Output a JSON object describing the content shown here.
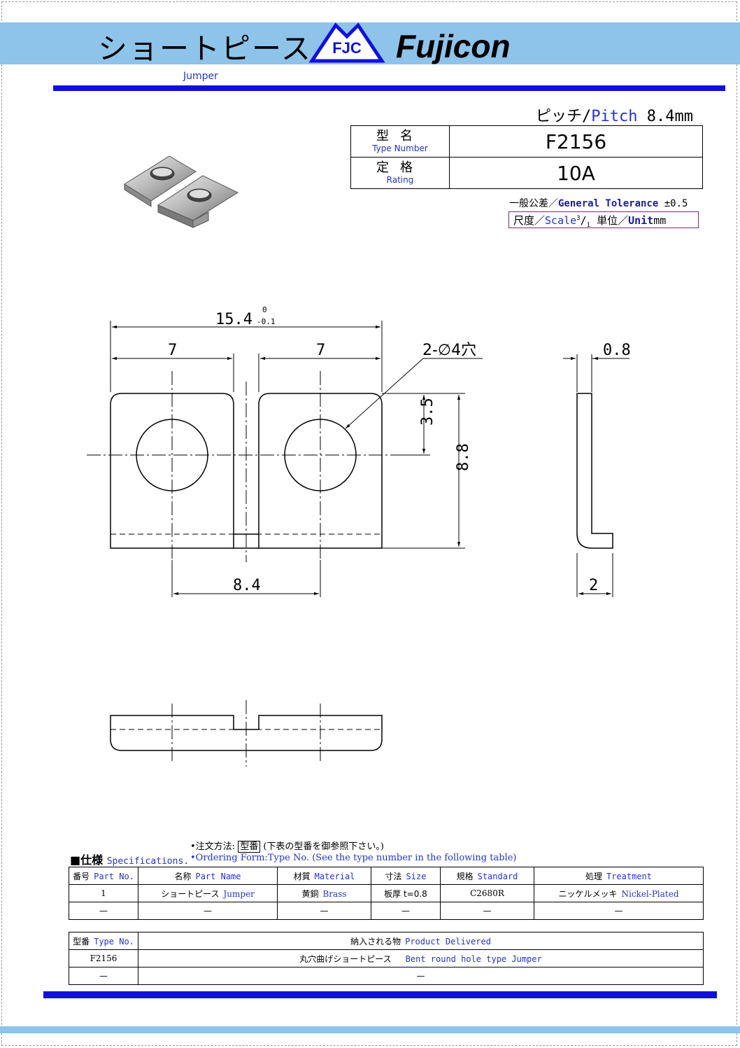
{
  "header": {
    "title_jp": "ショートピース",
    "logo_badge": "FJC",
    "logo_brand": "Fujicon",
    "subtitle": "Jumper"
  },
  "pitch": {
    "label_jp": "ピッチ/",
    "label_en": "Pitch",
    "value": " 8.4mm"
  },
  "spec_box": {
    "type_label_jp": "型名",
    "type_label_en": "Type Number",
    "type_value": "F2156",
    "rating_label_jp": "定格",
    "rating_label_en": "Rating",
    "rating_value": "10A"
  },
  "tolerance": {
    "jp": "一般公差／",
    "en": "General Tolerance",
    "value": " ±0.5"
  },
  "scale": {
    "jp": "尺度／",
    "en": "Scale",
    "num": "3",
    "den": "1",
    "unit_jp": " 単位／",
    "unit_en": "Unit",
    "unit": "mm"
  },
  "dimensions": {
    "overall_width": "15.4",
    "tol_upper": "0",
    "tol_lower": "-0.1",
    "left_width": "7",
    "right_width": "7",
    "hole_callout": "2-∅4穴",
    "hole_offset": "3.5",
    "height": "8.8",
    "pitch": "8.4",
    "thickness": "0.8",
    "flange": "2"
  },
  "specifications": {
    "heading_jp": "■仕様 ",
    "heading_en": "Specifications.",
    "order_line1_prefix": "•注文方法: ",
    "order_line1_boxed": "型番",
    "order_line1_suffix": " (下表の型番を御参照下さい。)",
    "order_line2": "•Ordering Form:Type No.   (See the type number in the following table)",
    "headers": [
      {
        "jp": "番号",
        "en": "Part No."
      },
      {
        "jp": "名称",
        "en": "Part Name"
      },
      {
        "jp": "材質",
        "en": "Material"
      },
      {
        "jp": "寸法",
        "en": "Size"
      },
      {
        "jp": "規格",
        "en": "Standard"
      },
      {
        "jp": "処理",
        "en": "Treatment"
      }
    ],
    "rows": [
      {
        "no": "1",
        "name_jp": "ショートピース",
        "name_en": "Jumper",
        "mat_jp": "黄銅",
        "mat_en": "Brass",
        "size": "板厚 t=0.8",
        "standard": "C2680R",
        "treat_jp": "ニッケルメッキ",
        "treat_en": "Nickel-Plated"
      },
      {
        "no": "—",
        "name": "—",
        "material": "—",
        "size": "—",
        "standard": "—",
        "treatment": "—"
      }
    ]
  },
  "delivered": {
    "headers": [
      {
        "jp": "型番",
        "en": "Type No."
      },
      {
        "jp": "納入される物",
        "en": "Product Delivered"
      }
    ],
    "rows": [
      {
        "type": "F2156",
        "jp": "丸穴曲げショートピース",
        "en": "Bent round hole type Jumper"
      },
      {
        "type": "—",
        "desc": "—"
      }
    ]
  }
}
